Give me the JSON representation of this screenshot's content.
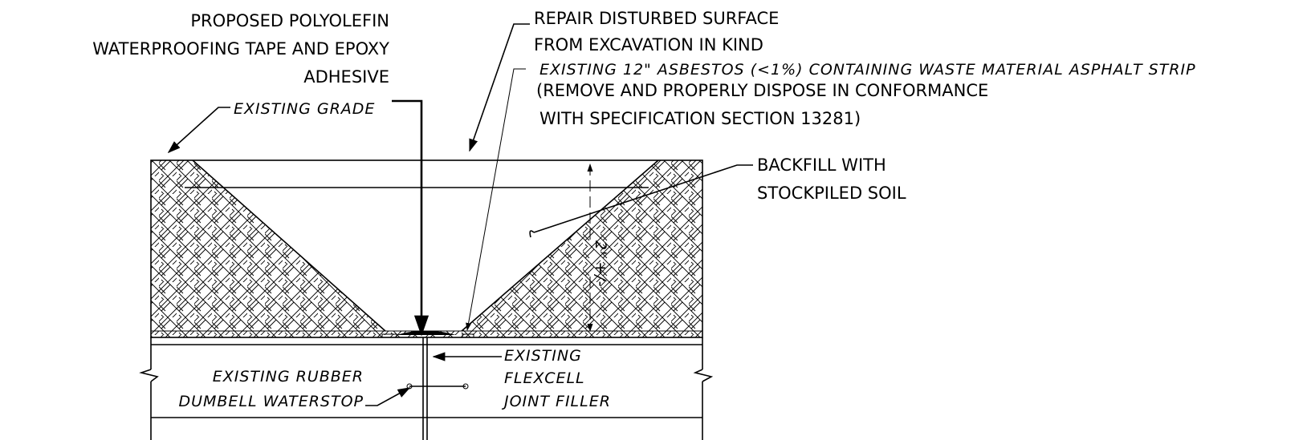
{
  "labels": {
    "polyolefin": [
      "PROPOSED POLYOLEFIN",
      "WATERPROOFING TAPE AND EPOXY",
      "ADHESIVE"
    ],
    "repair": [
      "REPAIR DISTURBED SURFACE",
      "FROM EXCAVATION IN KIND"
    ],
    "asbestos_strip": "EXISTING 12\" ASBESTOS (<1%) CONTAINING WASTE MATERIAL ASPHALT STRIP",
    "remove": [
      "(REMOVE AND PROPERLY DISPOSE IN CONFORMANCE",
      "WITH SPECIFICATION SECTION 13281)"
    ],
    "existing_grade": "EXISTING GRADE",
    "backfill": [
      "BACKFILL WITH",
      "STOCKPILED SOIL"
    ],
    "dimension": "2' +/-",
    "waterstop": [
      "EXISTING RUBBER",
      "DUMBELL WATERSTOP"
    ],
    "flexcell": [
      "EXISTING",
      "FLEXCELL",
      "JOINT FILLER"
    ]
  }
}
